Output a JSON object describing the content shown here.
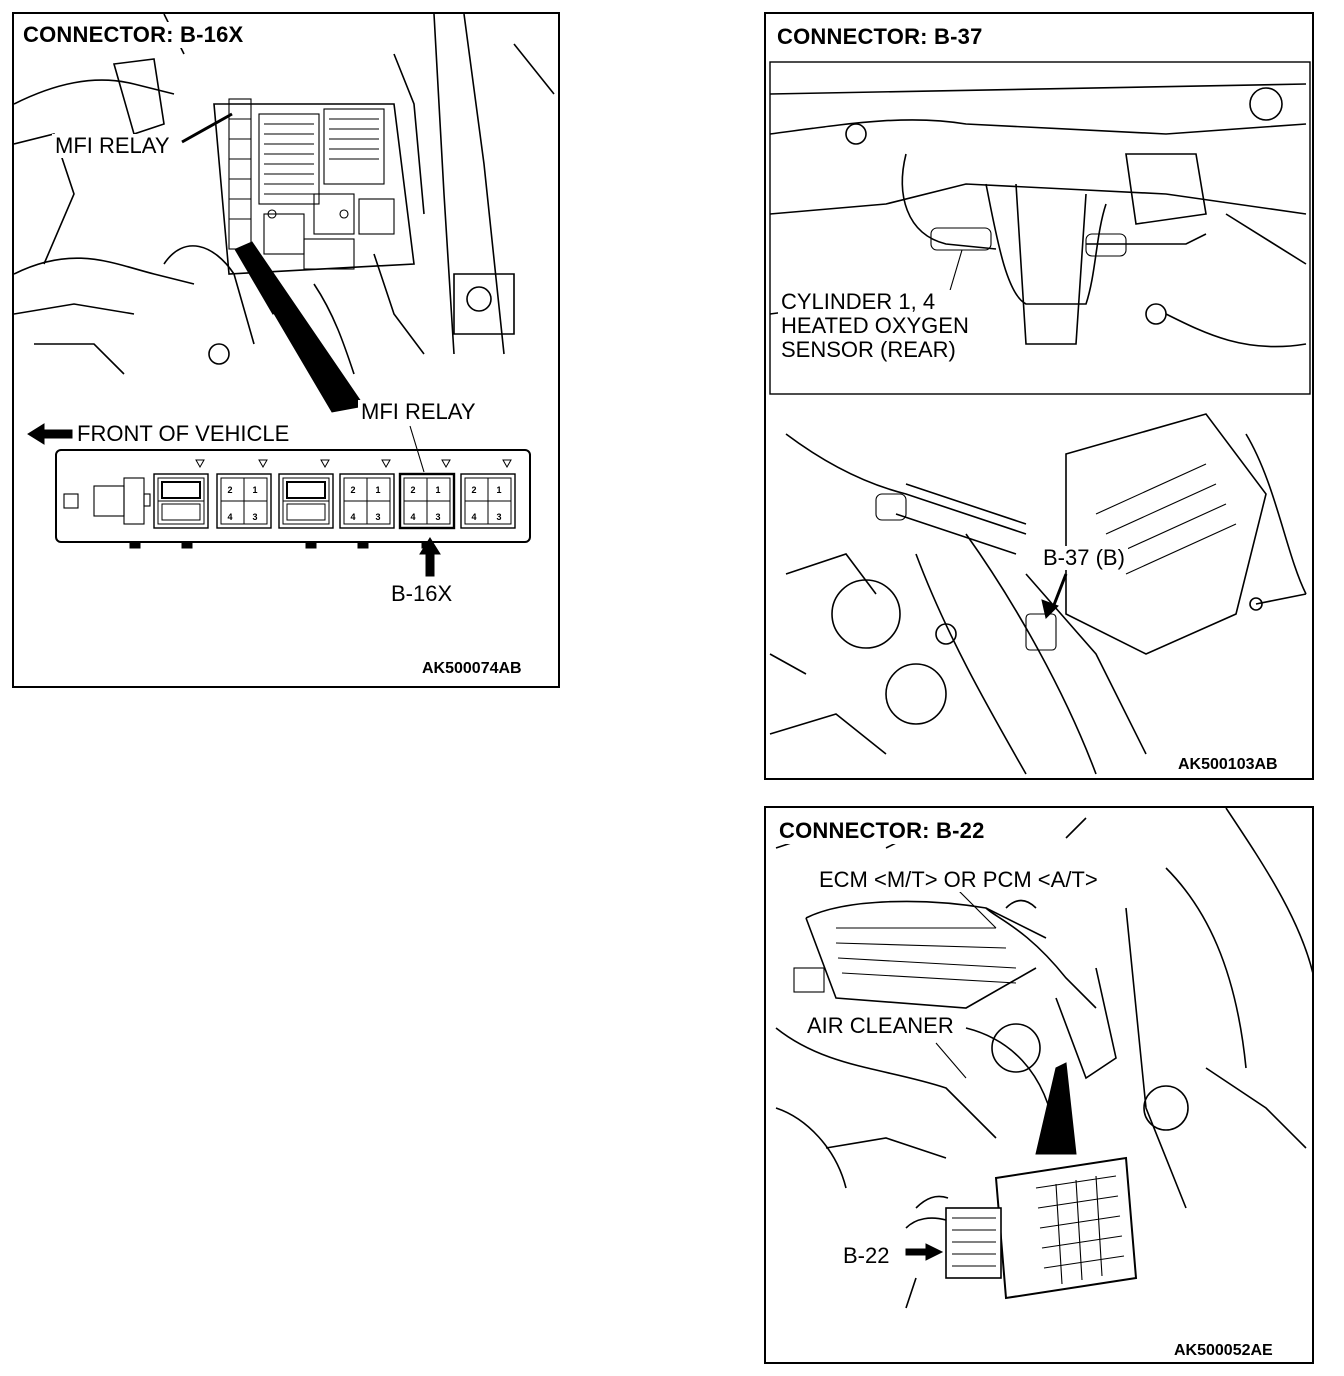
{
  "panels": {
    "b16x": {
      "title": "CONNECTOR: B-16X",
      "relay_label_top": "MFI RELAY",
      "relay_label_bottom": "MFI RELAY",
      "front_label": "FRONT OF VEHICLE",
      "connector_label": "B-16X",
      "pin_numbers": [
        "2",
        "1",
        "4",
        "3"
      ],
      "figure_code": "AK500074AB"
    },
    "b37": {
      "title": "CONNECTOR: B-37",
      "sensor_label": "CYLINDER 1, 4\nHEATED OXYGEN\nSENSOR (REAR)",
      "connector_label": "B-37 (B)",
      "figure_code": "AK500103AB"
    },
    "b22": {
      "title": "CONNECTOR: B-22",
      "ecm_label": "ECM <M/T> OR PCM <A/T>",
      "air_cleaner_label": "AIR CLEANER",
      "connector_label": "B-22",
      "figure_code": "AK500052AE"
    }
  }
}
